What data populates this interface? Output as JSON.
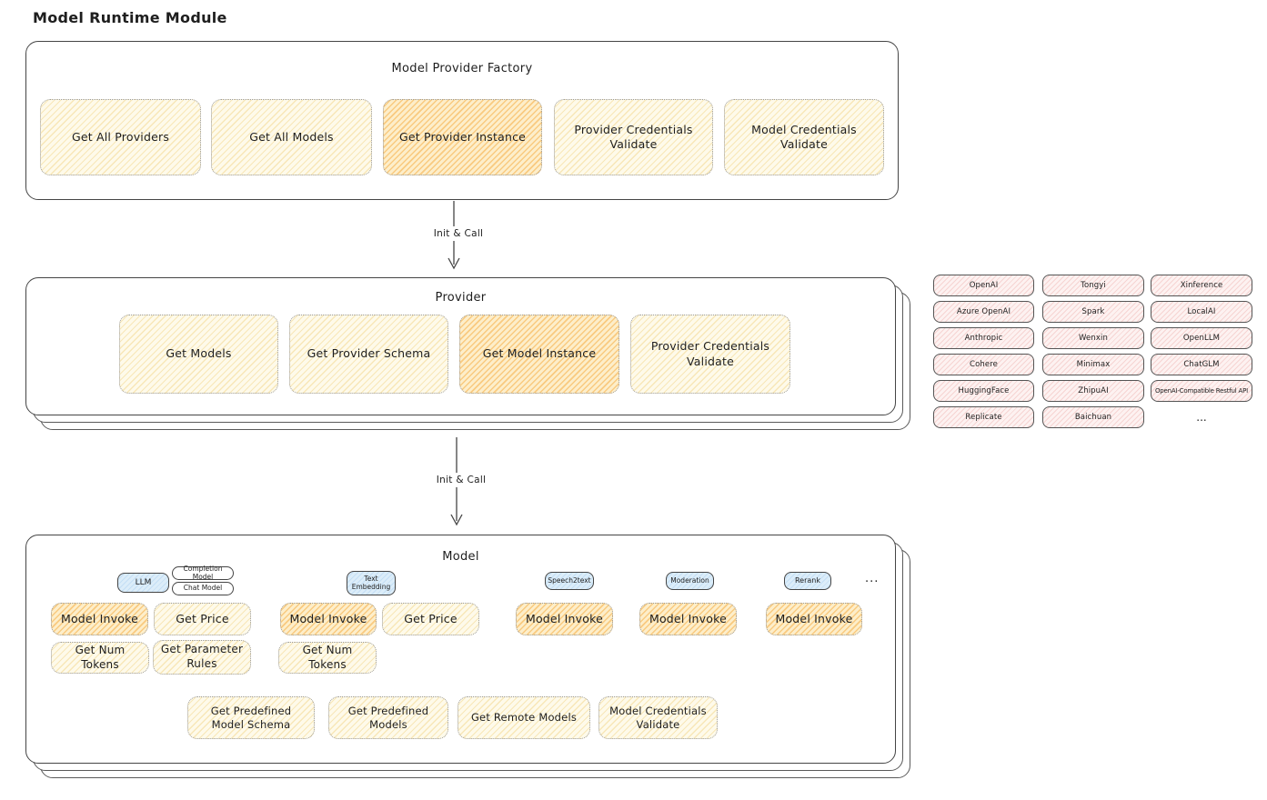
{
  "title": "Model Runtime Module",
  "arrows": {
    "first_label": "Init & Call",
    "second_label": "Init & Call"
  },
  "factory": {
    "title": "Model Provider Factory",
    "buttons": [
      {
        "label": "Get All Providers",
        "highlighted": false
      },
      {
        "label": "Get All Models",
        "highlighted": false
      },
      {
        "label": "Get Provider Instance",
        "highlighted": true
      },
      {
        "label": "Provider Credentials Validate",
        "highlighted": false
      },
      {
        "label": "Model Credentials Validate",
        "highlighted": false
      }
    ]
  },
  "provider": {
    "title": "Provider",
    "buttons": [
      {
        "label": "Get Models",
        "highlighted": false
      },
      {
        "label": "Get Provider Schema",
        "highlighted": false
      },
      {
        "label": "Get Model Instance",
        "highlighted": true
      },
      {
        "label": "Provider Credentials Validate",
        "highlighted": false
      }
    ]
  },
  "providers_list": {
    "col1": [
      "OpenAI",
      "Azure OpenAI",
      "Anthropic",
      "Cohere",
      "HuggingFace",
      "Replicate"
    ],
    "col2": [
      "Tongyi",
      "Spark",
      "Wenxin",
      "Minimax",
      "ZhipuAI",
      "Baichuan"
    ],
    "col3": [
      "Xinference",
      "LocalAI",
      "OpenLLM",
      "ChatGLM",
      "OpenAI-Compatible Restful API"
    ],
    "more": "..."
  },
  "model": {
    "title": "Model",
    "chips": [
      "LLM",
      "Completion Model",
      "Chat Model",
      "Text Embedding",
      "Speech2text",
      "Moderation",
      "Rerank"
    ],
    "chips_more": "...",
    "buttons_row1": [
      {
        "label": "Model Invoke",
        "highlighted": true
      },
      {
        "label": "Get Price",
        "highlighted": false
      },
      {
        "label": "Model Invoke",
        "highlighted": true
      },
      {
        "label": "Get Price",
        "highlighted": false
      },
      {
        "label": "Model Invoke",
        "highlighted": true
      },
      {
        "label": "Model Invoke",
        "highlighted": true
      },
      {
        "label": "Model Invoke",
        "highlighted": true
      }
    ],
    "buttons_row2": [
      {
        "label": "Get Num Tokens"
      },
      {
        "label": "Get Parameter Rules"
      },
      {
        "label": "Get Num Tokens"
      }
    ],
    "buttons_bottom": [
      {
        "label": "Get Predefined Model Schema"
      },
      {
        "label": "Get Predefined Models"
      },
      {
        "label": "Get Remote Models"
      },
      {
        "label": "Model Credentials Validate"
      }
    ]
  },
  "colors": {
    "stroke": "#454545",
    "yellow_fill": "#fefaea",
    "orange_fill": "#f8c572",
    "pink_fill": "#f9dedd",
    "blue_fill": "#dcedf9"
  }
}
